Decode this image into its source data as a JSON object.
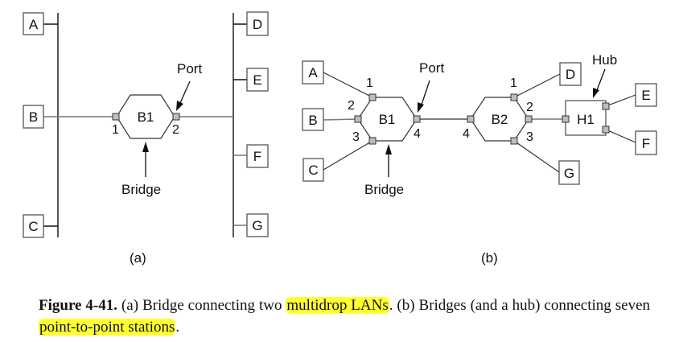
{
  "figure": {
    "panel_a": {
      "label": "(a)",
      "left_stations": [
        "A",
        "B",
        "C"
      ],
      "right_stations": [
        "D",
        "E",
        "F",
        "G"
      ],
      "bridge": {
        "name": "B1",
        "ports": [
          "1",
          "2"
        ]
      },
      "annotations": {
        "port": "Port",
        "bridge": "Bridge"
      }
    },
    "panel_b": {
      "label": "(b)",
      "stations": [
        "A",
        "B",
        "C",
        "D",
        "E",
        "F",
        "G"
      ],
      "bridge1": {
        "name": "B1",
        "ports": [
          "1",
          "2",
          "3",
          "4"
        ]
      },
      "bridge2": {
        "name": "B2",
        "ports": [
          "1",
          "2",
          "3",
          "4"
        ]
      },
      "hub": {
        "name": "H1"
      },
      "annotations": {
        "port": "Port",
        "bridge": "Bridge",
        "hub": "Hub"
      }
    }
  },
  "caption": {
    "figure_number": "Figure 4-41.",
    "part1": " (a) Bridge connecting two ",
    "highlight1": "multidrop LANs",
    "part2": ".  (b) Bridges (and a hub) connecting seven ",
    "highlight2": "point-to-point stations",
    "part3": ".",
    "highlight_color": "#ffff33"
  }
}
